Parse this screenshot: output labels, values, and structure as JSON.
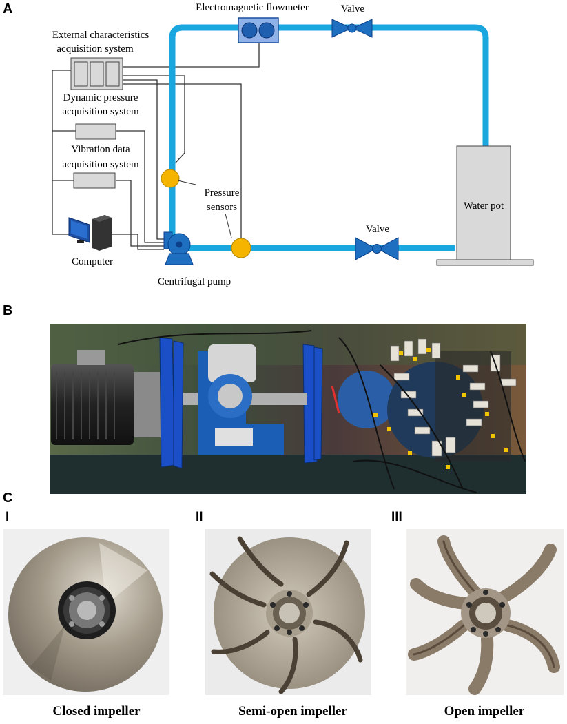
{
  "panels": {
    "a": "A",
    "b": "B",
    "c": "C",
    "c1": "I",
    "c2": "II",
    "c3": "III"
  },
  "diagram": {
    "flowmeter": "Electromagnetic flowmeter",
    "valve_top": "Valve",
    "valve_bottom": "Valve",
    "external_1": "External characteristics",
    "external_2": "acquisition system",
    "dynamic_1": "Dynamic pressure",
    "dynamic_2": "acquisition system",
    "vibration_1": "Vibration data",
    "vibration_2": "acquisition system",
    "pressure_1": "Pressure",
    "pressure_2": "sensors",
    "water_pot": "Water pot",
    "computer": "Computer",
    "pump": "Centrifugal pump"
  },
  "captions": {
    "closed": "Closed impeller",
    "semi": "Semi-open impeller",
    "open": "Open impeller"
  },
  "colors": {
    "pipe": "#1aa7e0",
    "pump": "#1e6fc0",
    "sensor": "#f5b400",
    "device": "#d9d9d9"
  }
}
